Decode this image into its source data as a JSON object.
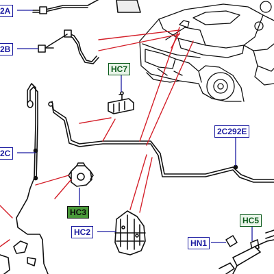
{
  "diagram": {
    "callouts": {
      "c2a": "2A",
      "c2b": "2B",
      "hc7": "HC7",
      "c2c": "2C",
      "c2c292e": "2C292E",
      "hc3": "HC3",
      "hc2": "HC2",
      "hc5": "HC5",
      "hn1": "HN1"
    },
    "colors": {
      "line": "#111111",
      "leader": "#d4202a",
      "callout_blue": "#1a1aa0",
      "callout_green": "#4a9a3a"
    }
  }
}
